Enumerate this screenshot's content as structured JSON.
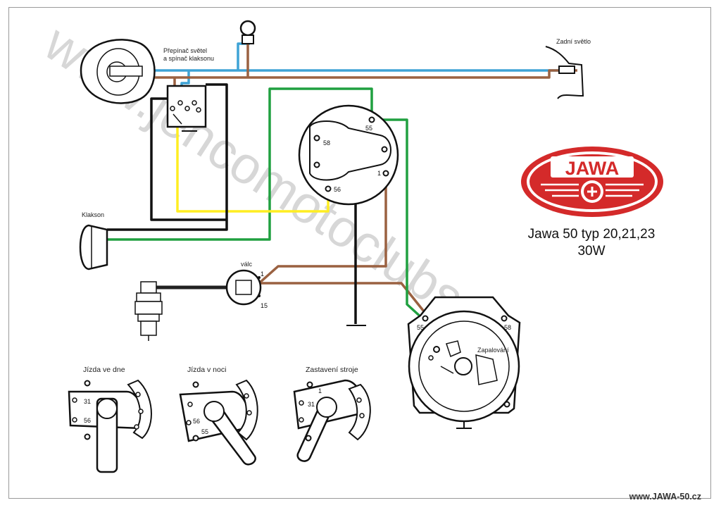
{
  "labels": {
    "switch_box": "Přepínač  světel\na spínač klaksonu",
    "rear_light": "Zadní světlo",
    "horn": "Klakson",
    "cylinder": "válc",
    "ignition": "Zapalování"
  },
  "terminals": {
    "reg_55": "55",
    "reg_58": "58",
    "reg_1": "1",
    "reg_56": "56",
    "cyl_1": "1",
    "cyl_15": "15",
    "mag_55": "55",
    "mag_58": "58"
  },
  "switch_positions": [
    {
      "title": "Jízda ve dne",
      "terminals": [
        "31",
        "56"
      ]
    },
    {
      "title": "Jízda v noci",
      "terminals": [
        "56",
        "55"
      ]
    },
    {
      "title": "Zastavení stroje",
      "terminals": [
        "1",
        "31"
      ]
    }
  ],
  "logo": {
    "text": "JAWA",
    "color": "#d42a2a"
  },
  "model": {
    "line1": "Jawa 50 typ 20,21,23",
    "line2": "30W"
  },
  "watermark": "www.jencomotoclubs.cz",
  "site_url": "www.JAWA-50.cz",
  "wire_colors": {
    "blue": "#3ea3d6",
    "brown": "#9a6141",
    "green": "#20a040",
    "yellow": "#ffee22",
    "black": "#111111",
    "red": "#dd2222"
  }
}
